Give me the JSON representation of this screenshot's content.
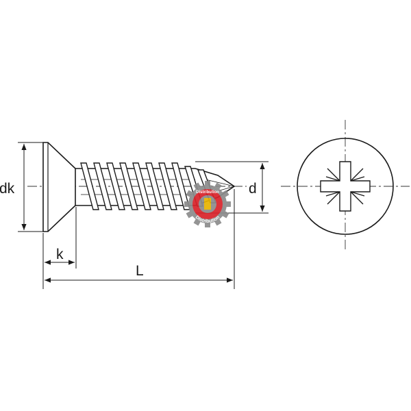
{
  "diagram": {
    "type": "technical-drawing",
    "subject": "countersunk-pozidriv-self-tapping-screw",
    "labels": {
      "head_diameter": "dk",
      "head_height": "k",
      "length": "L",
      "thread_diameter": "d"
    },
    "views": [
      "side-view",
      "top-view"
    ],
    "drive_icon": "pozidriv-cross-icon"
  },
  "watermark": {
    "text_top": "Distribution",
    "text_arc": "Distribution",
    "colors": {
      "red": "#d9222a",
      "gray": "#8c8c8c",
      "gold": "#e8b400"
    }
  },
  "colors": {
    "line": "#1a1a1a",
    "center_line": "#333333"
  }
}
